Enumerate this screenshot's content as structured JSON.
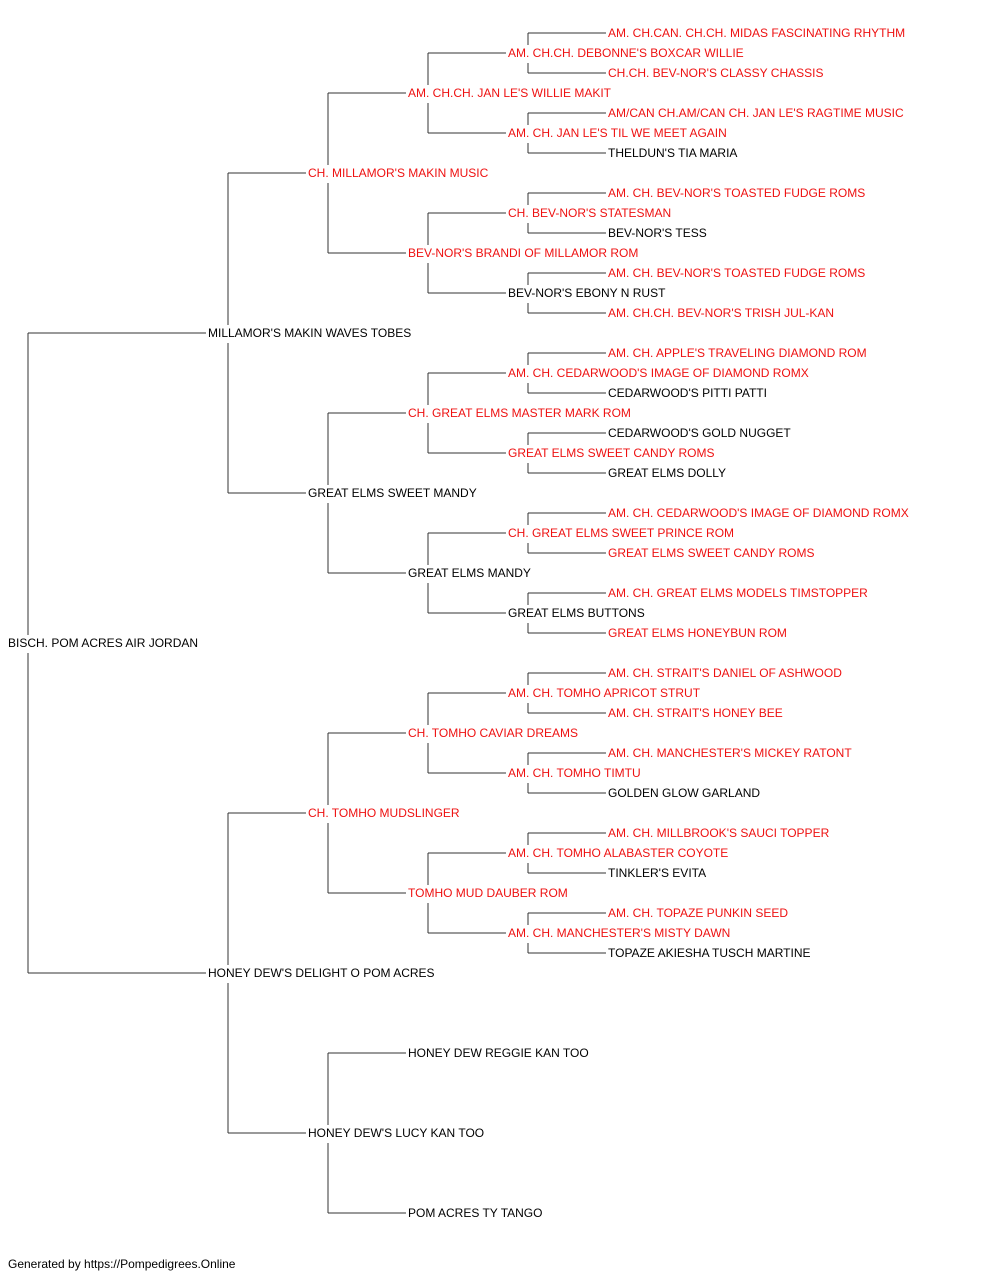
{
  "colors": {
    "champion": "#ee1111",
    "normal": "#000000",
    "line": "#333333"
  },
  "pedigree": {
    "subject": {
      "name": "BISCH. POM ACRES AIR JORDAN",
      "champion": false
    },
    "sire": {
      "name": "MILLAMOR'S MAKIN WAVES TOBES",
      "champion": false,
      "sire": {
        "name": "CH. MILLAMOR'S MAKIN MUSIC",
        "champion": true,
        "sire": {
          "name": "AM. CH.CH. JAN LE'S WILLIE MAKIT",
          "champion": true,
          "sire": {
            "name": "AM. CH.CH. DEBONNE'S BOXCAR WILLIE",
            "champion": true,
            "sire": {
              "name": "AM. CH.CAN. CH.CH. MIDAS FASCINATING RHYTHM",
              "champion": true
            },
            "dam": {
              "name": "CH.CH. BEV-NOR'S CLASSY CHASSIS",
              "champion": true
            }
          },
          "dam": {
            "name": "AM. CH. JAN LE'S TIL WE MEET AGAIN",
            "champion": true,
            "sire": {
              "name": "AM/CAN CH.AM/CAN CH. JAN LE'S RAGTIME MUSIC",
              "champion": true
            },
            "dam": {
              "name": "THELDUN'S TIA MARIA",
              "champion": false
            }
          }
        },
        "dam": {
          "name": "BEV-NOR'S BRANDI OF MILLAMOR ROM",
          "champion": true,
          "sire": {
            "name": "CH. BEV-NOR'S STATESMAN",
            "champion": true,
            "sire": {
              "name": "AM. CH. BEV-NOR'S TOASTED FUDGE ROMS",
              "champion": true
            },
            "dam": {
              "name": "BEV-NOR'S TESS",
              "champion": false
            }
          },
          "dam": {
            "name": "BEV-NOR'S EBONY N RUST",
            "champion": false,
            "sire": {
              "name": "AM. CH. BEV-NOR'S TOASTED FUDGE ROMS",
              "champion": true
            },
            "dam": {
              "name": "AM. CH.CH. BEV-NOR'S TRISH JUL-KAN",
              "champion": true
            }
          }
        }
      },
      "dam": {
        "name": "GREAT ELMS SWEET MANDY",
        "champion": false,
        "sire": {
          "name": "CH. GREAT ELMS MASTER MARK ROM",
          "champion": true,
          "sire": {
            "name": "AM. CH. CEDARWOOD'S IMAGE OF DIAMOND ROMX",
            "champion": true,
            "sire": {
              "name": "AM. CH. APPLE'S TRAVELING DIAMOND ROM",
              "champion": true
            },
            "dam": {
              "name": "CEDARWOOD'S PITTI PATTI",
              "champion": false
            }
          },
          "dam": {
            "name": "GREAT ELMS SWEET CANDY ROMS",
            "champion": true,
            "sire": {
              "name": "CEDARWOOD'S GOLD NUGGET",
              "champion": false
            },
            "dam": {
              "name": "GREAT ELMS DOLLY",
              "champion": false
            }
          }
        },
        "dam": {
          "name": "GREAT ELMS MANDY",
          "champion": false,
          "sire": {
            "name": "CH. GREAT ELMS SWEET PRINCE ROM",
            "champion": true,
            "sire": {
              "name": "AM. CH. CEDARWOOD'S IMAGE OF DIAMOND ROMX",
              "champion": true
            },
            "dam": {
              "name": "GREAT ELMS SWEET CANDY ROMS",
              "champion": true
            }
          },
          "dam": {
            "name": "GREAT ELMS BUTTONS",
            "champion": false,
            "sire": {
              "name": "AM. CH. GREAT ELMS MODELS TIMSTOPPER",
              "champion": true
            },
            "dam": {
              "name": "GREAT ELMS HONEYBUN ROM",
              "champion": true
            }
          }
        }
      }
    },
    "dam": {
      "name": "HONEY DEW'S DELIGHT O POM ACRES",
      "champion": false,
      "sire": {
        "name": "CH. TOMHO MUDSLINGER",
        "champion": true,
        "sire": {
          "name": "CH. TOMHO CAVIAR DREAMS",
          "champion": true,
          "sire": {
            "name": "AM. CH. TOMHO APRICOT STRUT",
            "champion": true,
            "sire": {
              "name": "AM. CH. STRAIT'S DANIEL OF ASHWOOD",
              "champion": true
            },
            "dam": {
              "name": "AM. CH. STRAIT'S HONEY BEE",
              "champion": true
            }
          },
          "dam": {
            "name": "AM. CH. TOMHO TIMTU",
            "champion": true,
            "sire": {
              "name": "AM. CH. MANCHESTER'S MICKEY RATONT",
              "champion": true
            },
            "dam": {
              "name": "GOLDEN GLOW GARLAND",
              "champion": false
            }
          }
        },
        "dam": {
          "name": "TOMHO MUD DAUBER ROM",
          "champion": true,
          "sire": {
            "name": "AM. CH. TOMHO ALABASTER COYOTE",
            "champion": true,
            "sire": {
              "name": "AM. CH. MILLBROOK'S SAUCI TOPPER",
              "champion": true
            },
            "dam": {
              "name": "TINKLER'S EVITA",
              "champion": false
            }
          },
          "dam": {
            "name": "AM. CH. MANCHESTER'S MISTY DAWN",
            "champion": true,
            "sire": {
              "name": "AM. CH. TOPAZE PUNKIN SEED",
              "champion": true
            },
            "dam": {
              "name": "TOPAZE AKIESHA TUSCH MARTINE",
              "champion": false
            }
          }
        }
      },
      "dam": {
        "name": "HONEY DEW'S LUCY KAN TOO",
        "champion": false,
        "sire": {
          "name": "HONEY DEW REGGIE KAN TOO",
          "champion": false
        },
        "dam": {
          "name": "POM ACRES TY TANGO",
          "champion": false
        }
      }
    }
  },
  "footer": {
    "text": "Generated by https://Pompedigrees.Online"
  }
}
